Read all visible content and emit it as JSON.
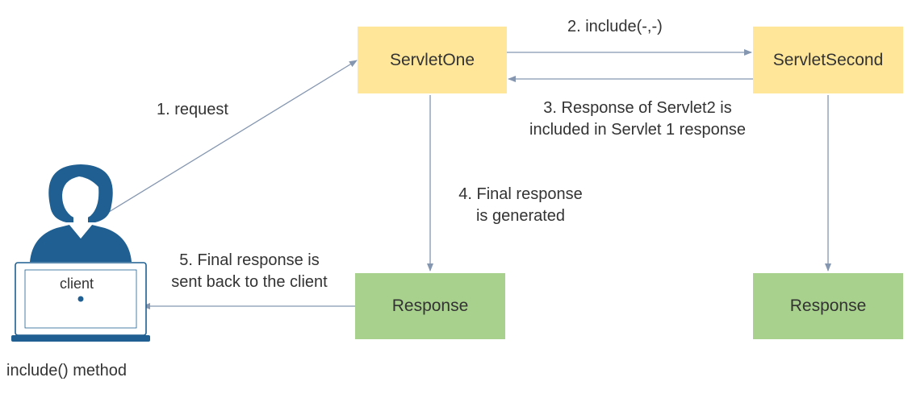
{
  "nodes": {
    "servlet_one": "ServletOne",
    "servlet_second": "ServletSecond",
    "response_left": "Response",
    "response_right": "Response",
    "client": "client"
  },
  "labels": {
    "request": "1. request",
    "include": "2. include(-,-)",
    "response_included_line1": "3. Response of Servlet2 is",
    "response_included_line2": "included in Servlet 1 response",
    "final_generated_line1": "4.  Final response",
    "final_generated_line2": "is generated",
    "sent_back_line1": "5. Final response is",
    "sent_back_line2": "sent back to the client"
  },
  "caption": "include() method",
  "colors": {
    "servlet_box": "#ffe699",
    "response_box": "#a9d18e",
    "person": "#1f5f91",
    "arrow": "#8496b0"
  }
}
